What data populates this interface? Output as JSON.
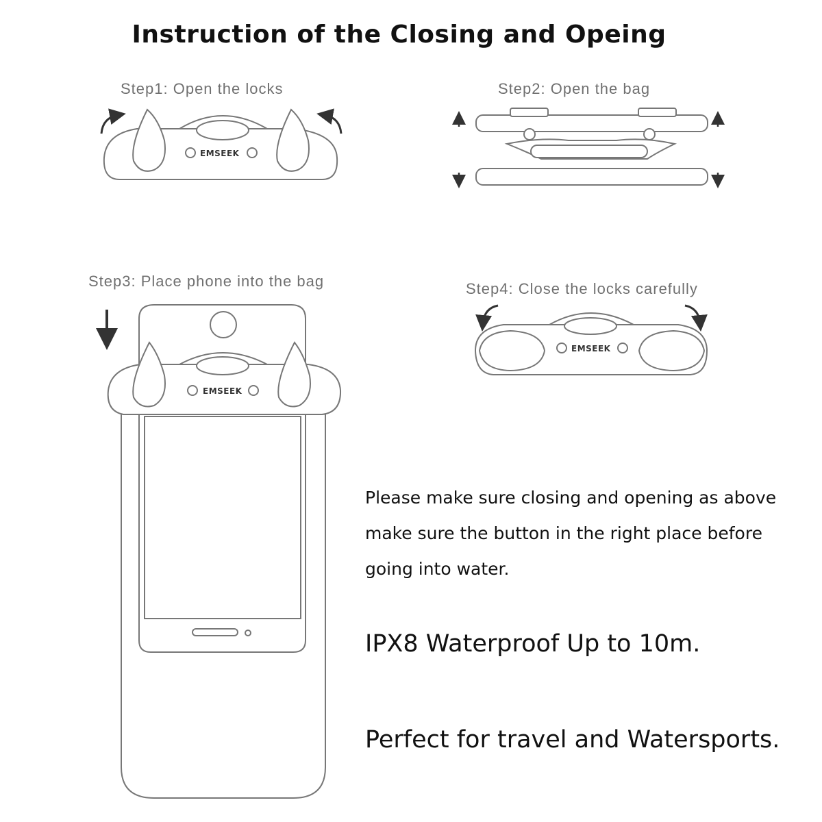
{
  "title": "Instruction of the Closing and Opeing",
  "steps": [
    {
      "label": "Step1: Open the locks"
    },
    {
      "label": "Step2: Open the bag"
    },
    {
      "label": "Step3: Place phone into the bag"
    },
    {
      "label": "Step4: Close the locks carefully"
    }
  ],
  "brand": "EMSEEK",
  "notes": [
    "Please make sure closing and opening as above",
    "make sure the button in the right place before",
    "going into water."
  ],
  "features": [
    "IPX8 Waterproof Up to 10m.",
    "Perfect for travel and Watersports."
  ]
}
